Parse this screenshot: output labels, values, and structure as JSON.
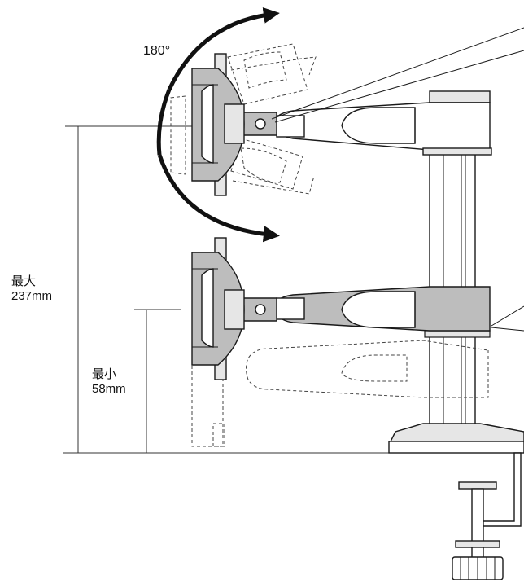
{
  "rotation": {
    "angle_label": "180°"
  },
  "height_max": {
    "title": "最大",
    "value": "237mm"
  },
  "height_min": {
    "title": "最小",
    "value": "58mm"
  },
  "colors": {
    "line": "#1a1a1a",
    "fill_gray": "#bdbdbd",
    "fill_light": "#e6e6e6",
    "fill_white": "#ffffff",
    "arrow": "#111111"
  }
}
